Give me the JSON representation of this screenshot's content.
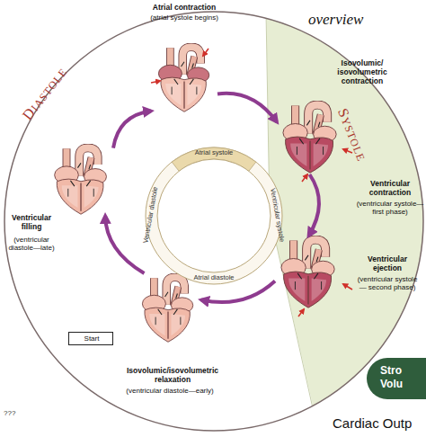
{
  "diagram": {
    "nodes": [
      {
        "text": [
          "Atrial contraction",
          "(atrial systole begins)"
        ]
      },
      {
        "text": [
          "Isovolumic/ isovolumetric contraction",
          "Ventricular contraction",
          "(ventricular systole— first phase)"
        ]
      },
      {
        "text": [
          "Ventricular ejection",
          "(ventricular systole— second phase)"
        ]
      },
      {
        "text": [
          "Isovolumic/isovolumetric relaxation",
          "(ventricular diastole—early)"
        ]
      },
      {
        "text": [
          "Ventricular filling",
          "(ventricular diastole—late)"
        ]
      },
      {
        "text": [
          "Atrial systole",
          "Ventricular systole",
          "Atrial diastole",
          "Ventricular diastole"
        ]
      },
      {
        "text": [
          "Start"
        ]
      },
      {
        "text": [
          "Stro Volu"
        ]
      }
    ],
    "edges": [
      {
        "from": 0,
        "to": 1,
        "arrow": "to"
      },
      {
        "from": 1,
        "to": 2,
        "arrow": "to"
      },
      {
        "from": 2,
        "to": 3,
        "arrow": "to"
      },
      {
        "from": 3,
        "to": 4,
        "arrow": "to"
      },
      {
        "from": 4,
        "to": 0,
        "arrow": "to"
      }
    ],
    "labels": [
      "overview",
      "DIASTOLE",
      "SYSTOLE",
      "???",
      "Cardiac Outp"
    ]
  }
}
